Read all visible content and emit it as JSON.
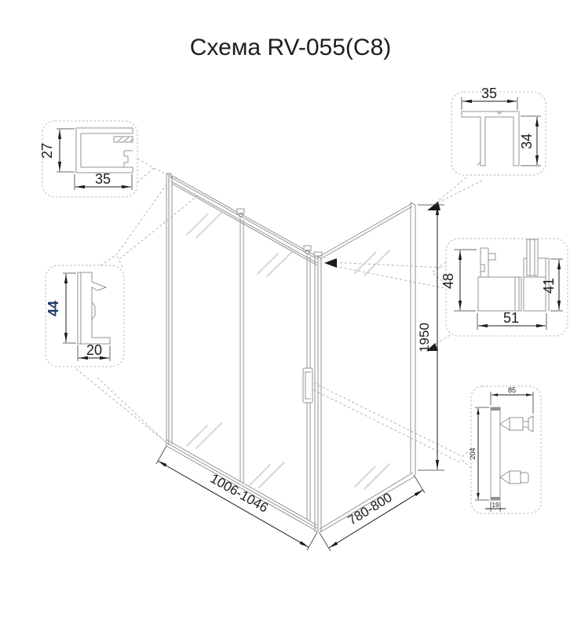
{
  "title": "Схема RV-055(C8)",
  "colors": {
    "frame_gray": "#8f9397",
    "dimension_black": "#1b1b1b",
    "leader_gray": "#aeb2b6",
    "glass_shine": "#ccd1d6",
    "accent_navy": "#1f3864"
  },
  "enclosure": {
    "height": "1950",
    "front_width": "1006-1046",
    "side_width": "780-800"
  },
  "details": {
    "wall_profile": {
      "label_height": "27",
      "label_width": "35"
    },
    "sill_profile": {
      "label_height": "44",
      "label_width": "20"
    },
    "top_corner_profile": {
      "label_width": "35",
      "label_height": "34"
    },
    "bottom_rail_profile": {
      "label_left_height": "48",
      "label_right_height": "41",
      "label_width": "51"
    },
    "handle": {
      "label_width": "85",
      "label_height": "204",
      "label_depth": "19"
    }
  }
}
